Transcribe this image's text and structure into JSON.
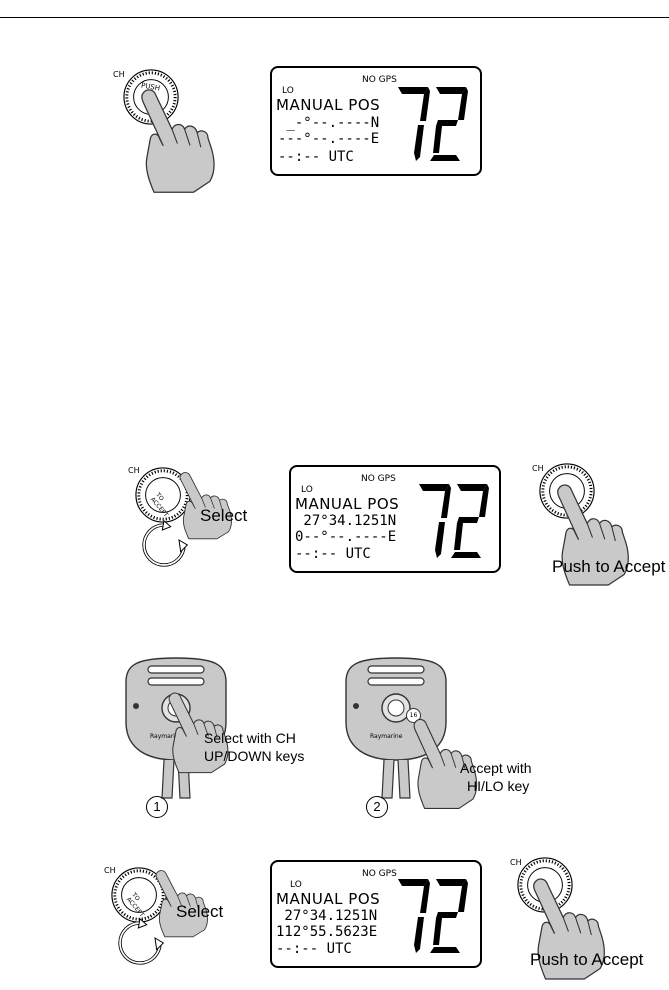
{
  "knob": {
    "side_label": "CH",
    "face_label": "PUSH",
    "face_label_turn": "TO ACCEPT"
  },
  "mic": {
    "brand": "Raymarine",
    "hilo_key": "16"
  },
  "figure1": {
    "display": {
      "status": "NO GPS",
      "power": "LO",
      "line1": "MANUAL POS",
      "line2": " _-°--.----N",
      "line3": "---°--.----E",
      "line4": "--:-- UTC",
      "channel": "72"
    }
  },
  "figure2": {
    "select_label": "Select",
    "accept_label": "Push to Accept",
    "display": {
      "status": "NO GPS",
      "power": "LO",
      "line1": "MANUAL POS",
      "line2": " 27°34.1251N",
      "line3": "0--°--.----E",
      "line4": "--:-- UTC",
      "channel": "72"
    }
  },
  "figure3": {
    "step1_number": "1",
    "step1_label_a": "Select with CH",
    "step1_label_b": "UP/DOWN keys",
    "step2_number": "2",
    "step2_label_a": "Accept with",
    "step2_label_b": "HI/LO key"
  },
  "figure4": {
    "select_label": "Select",
    "accept_label": "Push to Accept",
    "display": {
      "status": "NO GPS",
      "power": "LO",
      "line1": "MANUAL POS",
      "line2": " 27°34.1251N",
      "line3": "112°55.5623E",
      "line4": "--:-- UTC",
      "channel": "72"
    }
  }
}
